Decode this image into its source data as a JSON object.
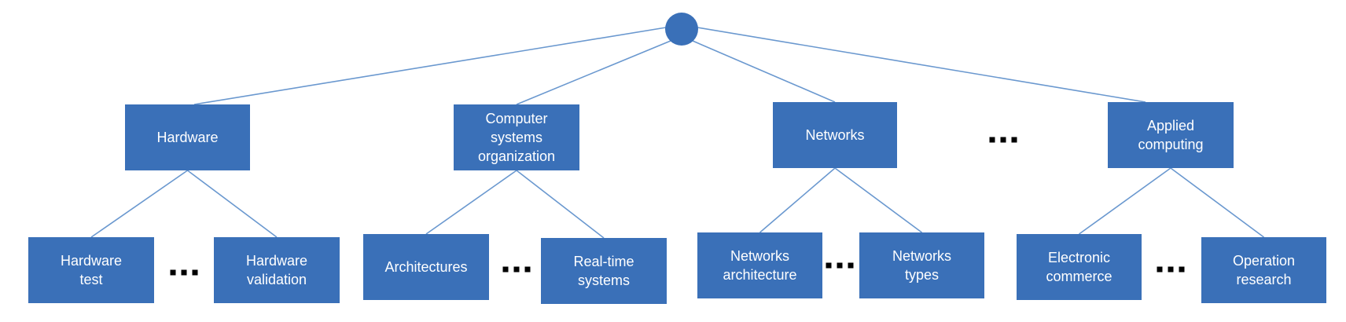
{
  "diagram": {
    "type": "tree",
    "root": {
      "label": ""
    },
    "categories": [
      {
        "id": "hardware",
        "label_lines": [
          "Hardware"
        ],
        "children": [
          {
            "id": "hardware-test",
            "label_lines": [
              "Hardware",
              "test"
            ]
          },
          {
            "id": "hardware-validation",
            "label_lines": [
              "Hardware",
              "validation"
            ]
          }
        ]
      },
      {
        "id": "computer-systems-organization",
        "label_lines": [
          "Computer",
          "systems",
          "organization"
        ],
        "children": [
          {
            "id": "architectures",
            "label_lines": [
              "Architectures"
            ]
          },
          {
            "id": "real-time-systems",
            "label_lines": [
              "Real-time",
              "systems"
            ]
          }
        ]
      },
      {
        "id": "networks",
        "label_lines": [
          "Networks"
        ],
        "children": [
          {
            "id": "networks-architecture",
            "label_lines": [
              "Networks",
              "architecture"
            ]
          },
          {
            "id": "networks-types",
            "label_lines": [
              "Networks",
              "types"
            ]
          }
        ]
      },
      {
        "id": "applied-computing",
        "label_lines": [
          "Applied",
          "computing"
        ],
        "children": [
          {
            "id": "electronic-commerce",
            "label_lines": [
              "Electronic",
              "commerce"
            ]
          },
          {
            "id": "operation-research",
            "label_lines": [
              "Operation",
              "research"
            ]
          }
        ]
      }
    ],
    "colors": {
      "node_fill": "#3a70b8",
      "edge": "#6a98cf",
      "label_text": "#ffffff",
      "ellipsis": "#000000"
    }
  }
}
